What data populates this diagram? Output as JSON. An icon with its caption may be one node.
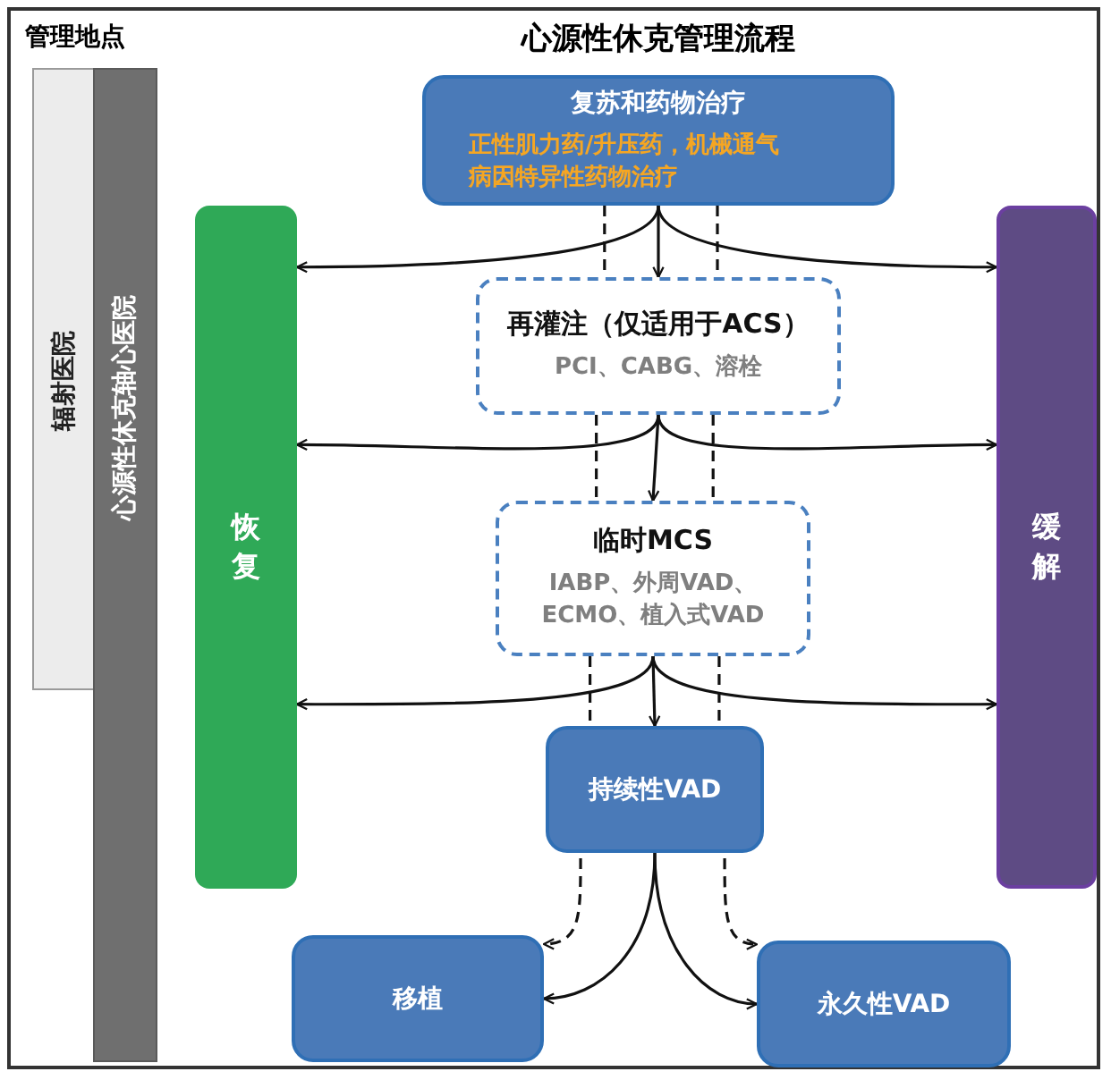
{
  "diagram": {
    "title": "心源性休克管理流程",
    "nodes": [
      {
        "text": [
          "辐射医院"
        ]
      },
      {
        "text": [
          "心源性休克轴心医院"
        ]
      },
      {
        "text": [
          "复苏和药物治疗",
          "正性肌力药/升压药，机械通气",
          "病因特异性药物治疗"
        ]
      },
      {
        "text": [
          "恢复"
        ]
      },
      {
        "text": [
          "缓解"
        ]
      },
      {
        "text": [
          "再灌注（仅适用于ACS）",
          "PCI、CABG、溶栓"
        ]
      },
      {
        "text": [
          "临时MCS",
          "IABP、外周VAD、ECMO、植入式VAD"
        ]
      },
      {
        "text": [
          "持续性VAD"
        ]
      },
      {
        "text": [
          "移植"
        ]
      },
      {
        "text": [
          "永久性VAD"
        ]
      }
    ],
    "edges": [
      {
        "from": 2,
        "to": 5,
        "arrow": "to"
      },
      {
        "from": 2,
        "to": 3,
        "arrow": "to"
      },
      {
        "from": 2,
        "to": 4,
        "arrow": "to"
      },
      {
        "from": 2,
        "to": 5,
        "arrow": "none",
        "style": "dashed"
      },
      {
        "from": 2,
        "to": 5,
        "arrow": "none",
        "style": "dashed"
      },
      {
        "from": 5,
        "to": 6,
        "arrow": "to"
      },
      {
        "from": 5,
        "to": 3,
        "arrow": "to"
      },
      {
        "from": 5,
        "to": 4,
        "arrow": "to"
      },
      {
        "from": 5,
        "to": 6,
        "arrow": "none",
        "style": "dashed"
      },
      {
        "from": 5,
        "to": 6,
        "arrow": "none",
        "style": "dashed"
      },
      {
        "from": 6,
        "to": 7,
        "arrow": "to"
      },
      {
        "from": 6,
        "to": 3,
        "arrow": "to"
      },
      {
        "from": 6,
        "to": 4,
        "arrow": "to"
      },
      {
        "from": 6,
        "to": 7,
        "arrow": "none",
        "style": "dashed"
      },
      {
        "from": 6,
        "to": 7,
        "arrow": "none",
        "style": "dashed"
      },
      {
        "from": 7,
        "to": 8,
        "arrow": "to"
      },
      {
        "from": 7,
        "to": 9,
        "arrow": "to"
      },
      {
        "from": 7,
        "to": 8,
        "arrow": "to",
        "style": "dashed"
      },
      {
        "from": 7,
        "to": 9,
        "arrow": "to",
        "style": "dashed"
      }
    ],
    "labels": [
      "管理地点"
    ]
  }
}
